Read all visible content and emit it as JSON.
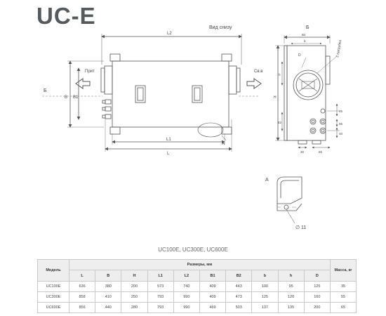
{
  "title": "UC-E",
  "labels": {
    "view_bottom": "Вид снизу",
    "view_b": "Б",
    "b_left": "Б",
    "supply": "Прит",
    "exhaust": "Св.в",
    "dim_L2": "L2",
    "dim_L1": "L1",
    "dim_L": "L",
    "dim_B": "B",
    "dim_B1": "B1",
    "dim_A": "A",
    "dim_H": "H",
    "dim_B2": "B2",
    "dim_h": "h",
    "dim_b": "b",
    "dim_D": "D",
    "dim_52": "52",
    "dim_45": "45",
    "dim_55": "55",
    "dim_40": "40",
    "dim_30": "30",
    "dim_65": "65",
    "nozzle": "2 патрубка",
    "detail_A": "A",
    "hole": "∅ 11"
  },
  "models_caption": "UC100E, UC300E, UC600E",
  "table": {
    "model_header": "Модель",
    "dims_header": "Размеры, мм",
    "mass_header": "Масса, кг",
    "columns": [
      "L",
      "B",
      "H",
      "L1",
      "L2",
      "B1",
      "B2",
      "b",
      "h",
      "D"
    ],
    "rows": [
      {
        "model": "UC100E",
        "values": [
          "636",
          "380",
          "200",
          "573",
          "740",
          "409",
          "443",
          "100",
          "95",
          "125"
        ],
        "mass": "35"
      },
      {
        "model": "UC300E",
        "values": [
          "858",
          "410",
          "250",
          "793",
          "990",
          "409",
          "473",
          "125",
          "120",
          "160"
        ],
        "mass": "55"
      },
      {
        "model": "UC600E",
        "values": [
          "856",
          "440",
          "280",
          "793",
          "990",
          "469",
          "503",
          "137",
          "135",
          "200"
        ],
        "mass": "65"
      }
    ]
  },
  "colors": {
    "line": "#555555",
    "title": "#555a5e",
    "table_header_bg": "#eeeeee"
  }
}
